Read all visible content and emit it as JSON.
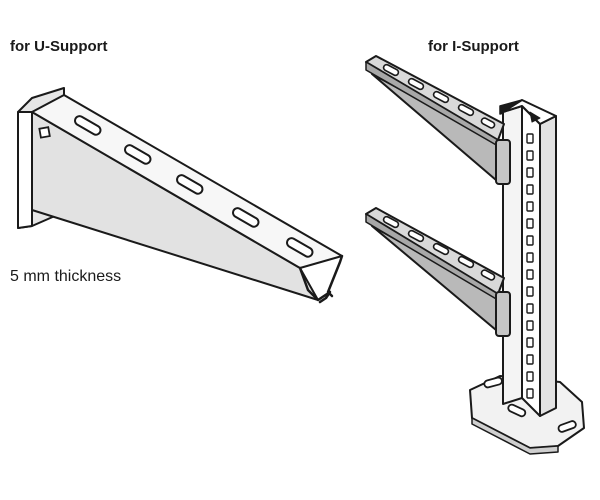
{
  "labels": {
    "u_support": "for U-Support",
    "i_support": "for I-Support",
    "thickness": "5 mm thickness"
  },
  "colors": {
    "line": "#1a1a1a",
    "metal_light": "#f3f3f3",
    "metal_mid": "#d6d6d6",
    "metal_dark": "#a9a9a9",
    "background": "#ffffff"
  }
}
